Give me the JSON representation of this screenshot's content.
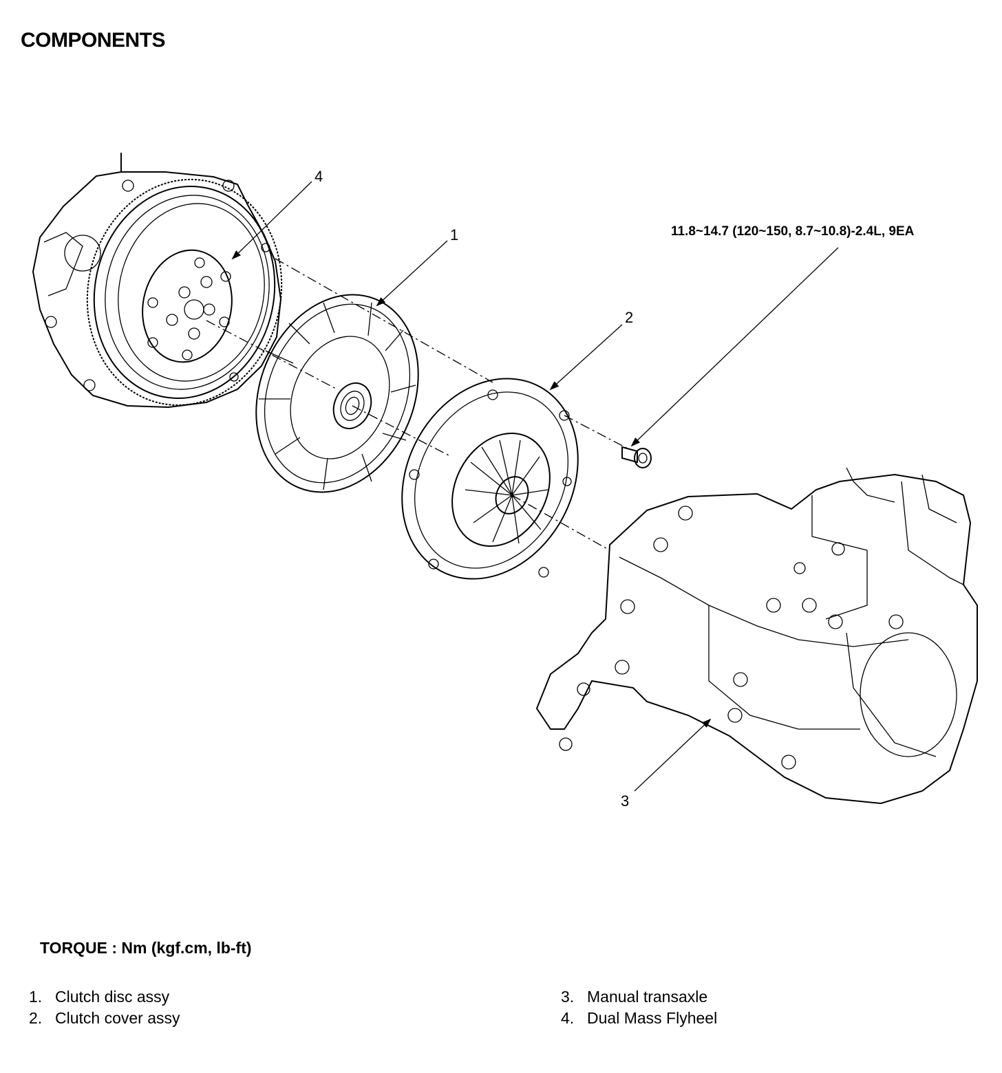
{
  "page": {
    "title": "COMPONENTS"
  },
  "torque_spec": "11.8~14.7 (120~150, 8.7~10.8)-2.4L, 9EA",
  "callouts": [
    "4",
    "1",
    "2",
    "3"
  ],
  "torque_unit": "TORQUE : Nm (kgf.cm, lb-ft)",
  "legend": [
    {
      "num": "1.",
      "label": "Clutch disc assy"
    },
    {
      "num": "2.",
      "label": "Clutch cover assy"
    },
    {
      "num": "3.",
      "label": "Manual transaxle"
    },
    {
      "num": "4.",
      "label": "Dual Mass Flyheel"
    }
  ]
}
